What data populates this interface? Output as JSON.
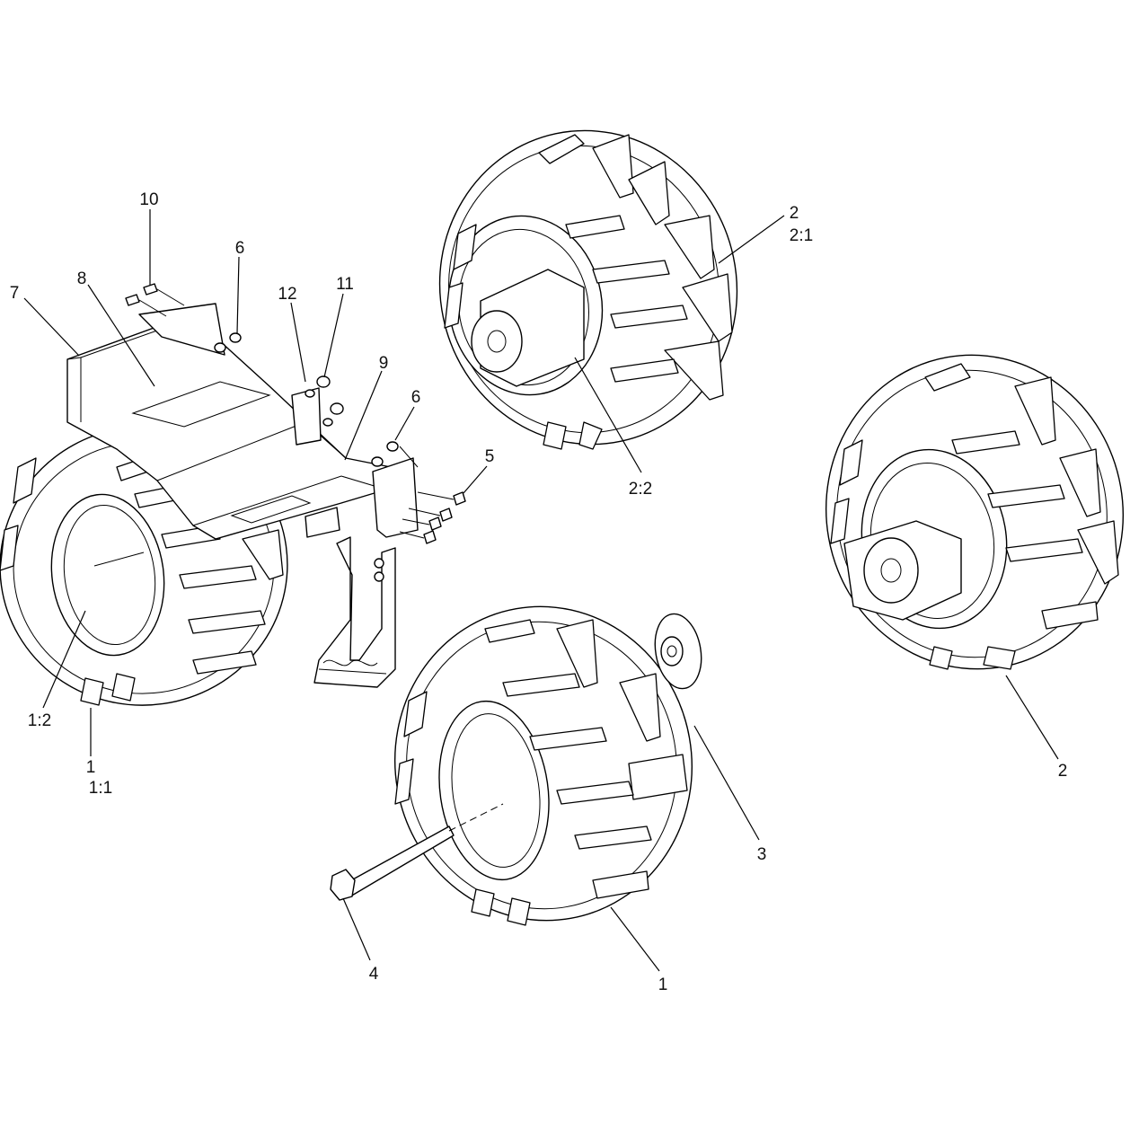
{
  "diagram": {
    "callouts": [
      {
        "id": "c10",
        "text": "10"
      },
      {
        "id": "c6a",
        "text": "6"
      },
      {
        "id": "c7",
        "text": "7"
      },
      {
        "id": "c8",
        "text": "8"
      },
      {
        "id": "c12",
        "text": "12"
      },
      {
        "id": "c11",
        "text": "11"
      },
      {
        "id": "c9",
        "text": "9"
      },
      {
        "id": "c6b",
        "text": "6"
      },
      {
        "id": "c5",
        "text": "5"
      },
      {
        "id": "c2a",
        "text": "2"
      },
      {
        "id": "c21",
        "text": "2:1"
      },
      {
        "id": "c22",
        "text": "2:2"
      },
      {
        "id": "c12b",
        "text": "1:2"
      },
      {
        "id": "c1a",
        "text": "1"
      },
      {
        "id": "c11b",
        "text": "1:1"
      },
      {
        "id": "c3",
        "text": "3"
      },
      {
        "id": "c4",
        "text": "4"
      },
      {
        "id": "c1b",
        "text": "1"
      },
      {
        "id": "c2b",
        "text": "2"
      }
    ]
  },
  "colors": {
    "line": "#000000",
    "background": "#ffffff",
    "text": "#111111"
  }
}
